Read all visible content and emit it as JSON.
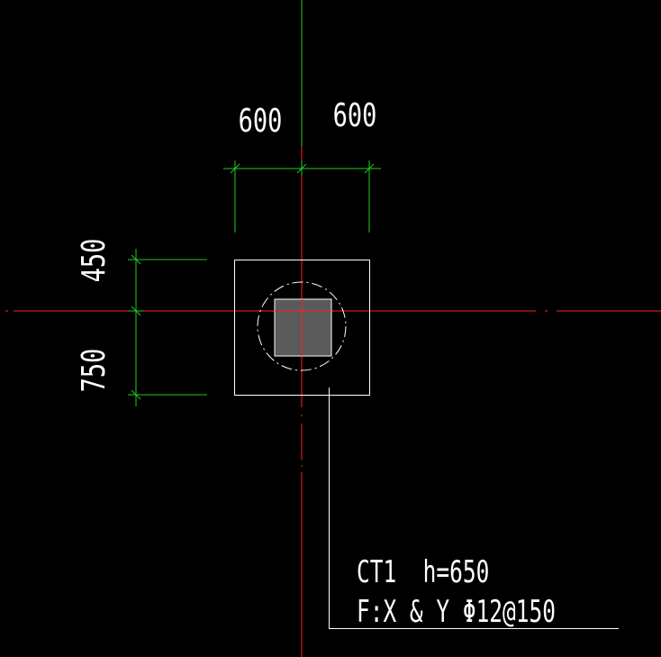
{
  "colors": {
    "background": "#000000",
    "axis": "#ff2020",
    "dimension": "#22cc22",
    "outline": "#ffffff",
    "column_fill": "#5a5a5a"
  },
  "dimensions": {
    "horizontal": [
      "600",
      "600"
    ],
    "vertical": [
      "450",
      "750"
    ]
  },
  "label": {
    "line1": "CT1  h=650",
    "line2": "F:X & Y Φ12@150"
  }
}
